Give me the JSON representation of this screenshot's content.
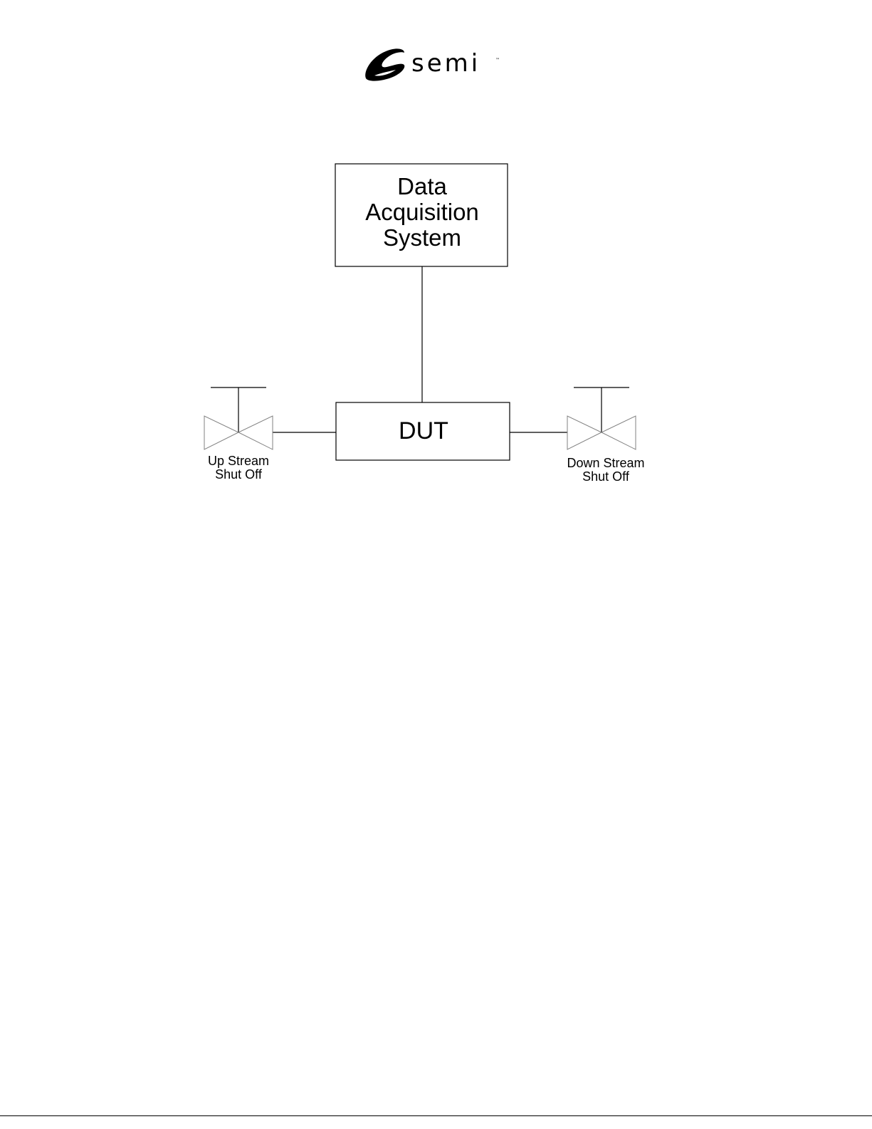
{
  "header": {
    "logo_text": "semi",
    "logo_icon": "semi-swoosh-logo-icon",
    "trademark": "™"
  },
  "diagram": {
    "nodes": {
      "data_acquisition_system": "Data\nAcquisition\nSystem",
      "dut": "DUT",
      "upstream_valve_label": "Up Stream\nShut Off",
      "downstream_valve_label": "Down Stream\nShut Off"
    },
    "valve_icon": "shutoff-valve-icon",
    "line_color": "#000000",
    "valve_stroke_color": "#808080"
  }
}
